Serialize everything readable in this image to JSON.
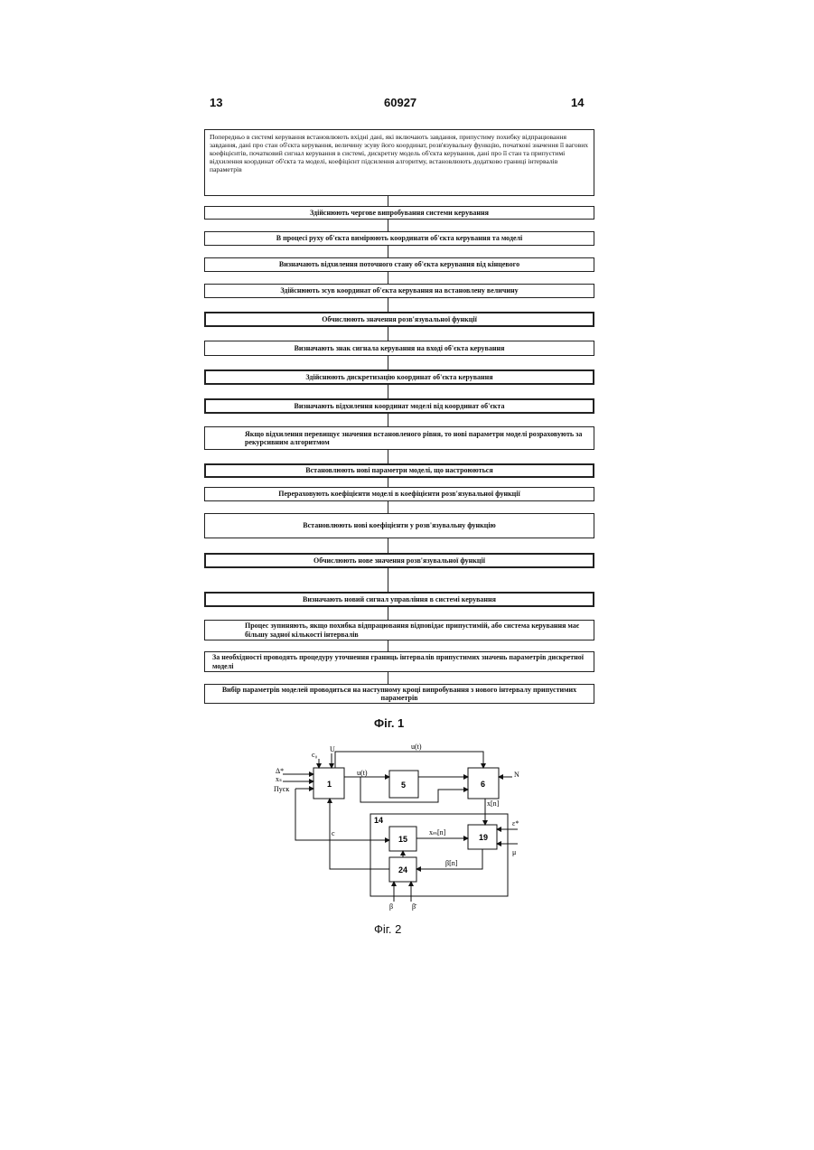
{
  "header": {
    "left_page": "13",
    "patent_number": "60927",
    "right_page": "14"
  },
  "flowchart": {
    "steps": [
      "Попередньо в системі керування встановлюють вхідні дані, які включають завдання, припустиму похибку відпрацювання завдання, дані про стан об'єкта керування, величину зсуву його координат, розв'язувальну функцію, початкові значення її вагових коефіцієнтів, початковий сигнал керування в системі, дискретну модель об'єкта керування, дані про її стан та припустимі відхилення координат об'єкта та моделі, коефіцієнт підсилення алгоритму, встановлюють додатково границі інтервалів параметрів",
      "Здійснюють чергове випробування системи керування",
      "В процесі руху об'єкта вимірюють координати об'єкта керування та моделі",
      "Визначають відхилення поточного стану об'єкта керування від кінцевого",
      "Здійснюють зсув координат об'єкта керування на встановлену величину",
      "Обчислюють значення розв'язувальної функції",
      "Визначають знак сигнала керування на вході об'єкта керування",
      "Здійснюють дискретизацію координат об'єкта керування",
      "Визначають відхилення координат моделі від координат об'єкта",
      "Якщо відхилення перевищує значення встановленого рівня, то нові параметри моделі розраховують за рекурсивним алгоритмом",
      "Встановлюють нові параметри моделі, що настроюються",
      "Перераховують коефіцієнти моделі в коефіцієнти розв'язувальної функції",
      "Встановлюють нові коефіцієнти у розв'язувальну функцію",
      "Обчислюють нове значення розв'язувальної функції",
      "Визначають новий сигнал управління в системі керування",
      "Процес зупиняють, якщо похибка відпрацювання відповідає припустимій, або система керування має більшу задної кількості інтервалів",
      "За необхідності проводять процедуру уточнення границь інтервалів припустимих значень параметрів дискретної моделі",
      "Вибір параметрів моделей проводиться на наступному кроці випробування з нового інтервалу припустимих параметрів"
    ]
  },
  "figures": {
    "fig1_caption": "Фіг. 1",
    "fig2_caption": "Фіг. 2"
  },
  "diagram": {
    "blocks": {
      "b1": "1",
      "b5": "5",
      "b6": "6",
      "b14": "14",
      "b15": "15",
      "b19": "19",
      "b24": "24"
    },
    "labels": {
      "c0": "c₀",
      "U": "U",
      "ut_top": "u(t)",
      "delta": "Δ*",
      "xs": "xₛ",
      "start": "Пуск",
      "ut": "u(t)",
      "N": "N",
      "xn": "x[n]",
      "c": "c",
      "xmn": "xₘ[n]",
      "eps": "ε*",
      "mu": "μ",
      "beta_n": "β[n]",
      "beta_lo": "β",
      "beta_hi": "β̄"
    }
  }
}
